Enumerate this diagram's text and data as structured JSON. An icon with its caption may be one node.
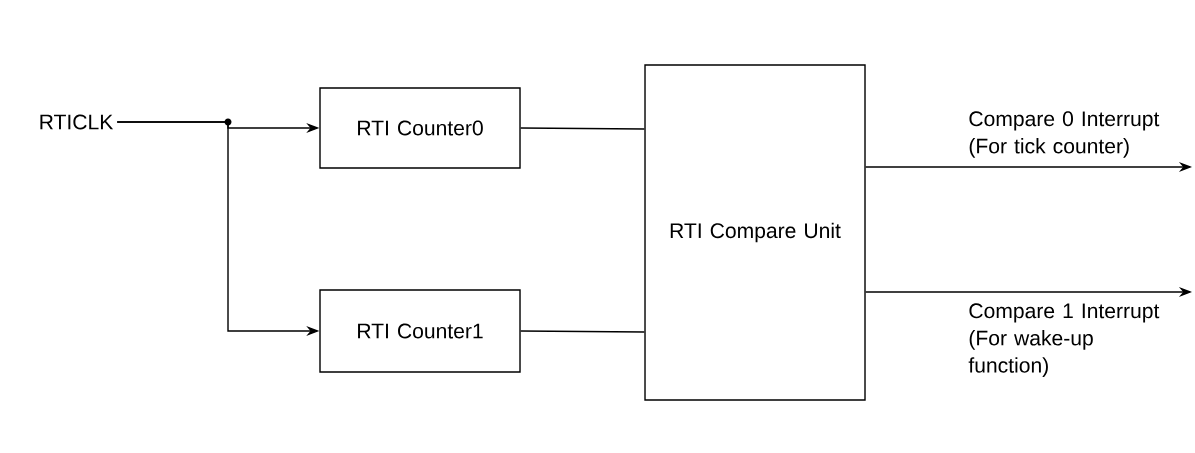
{
  "diagram": {
    "nodes": [
      {
        "text": [
          "RTICLK"
        ]
      },
      {
        "text": [
          "RTI Counter0"
        ]
      },
      {
        "text": [
          "RTI Counter1"
        ]
      },
      {
        "text": [
          "RTI Compare Unit"
        ]
      }
    ],
    "edges": [
      {
        "from": 0,
        "to": 1,
        "arrow": "to"
      },
      {
        "from": 0,
        "to": 2,
        "arrow": "to"
      },
      {
        "from": 1,
        "to": 3,
        "arrow": "none"
      },
      {
        "from": 2,
        "to": 3,
        "arrow": "none"
      },
      {
        "from": 3,
        "to": null,
        "arrow": "to",
        "label": "Compare 0 Interrupt (For tick counter)"
      },
      {
        "from": 3,
        "to": null,
        "arrow": "to",
        "label": "Compare 1 Interrupt (For wake-up function)"
      }
    ]
  }
}
